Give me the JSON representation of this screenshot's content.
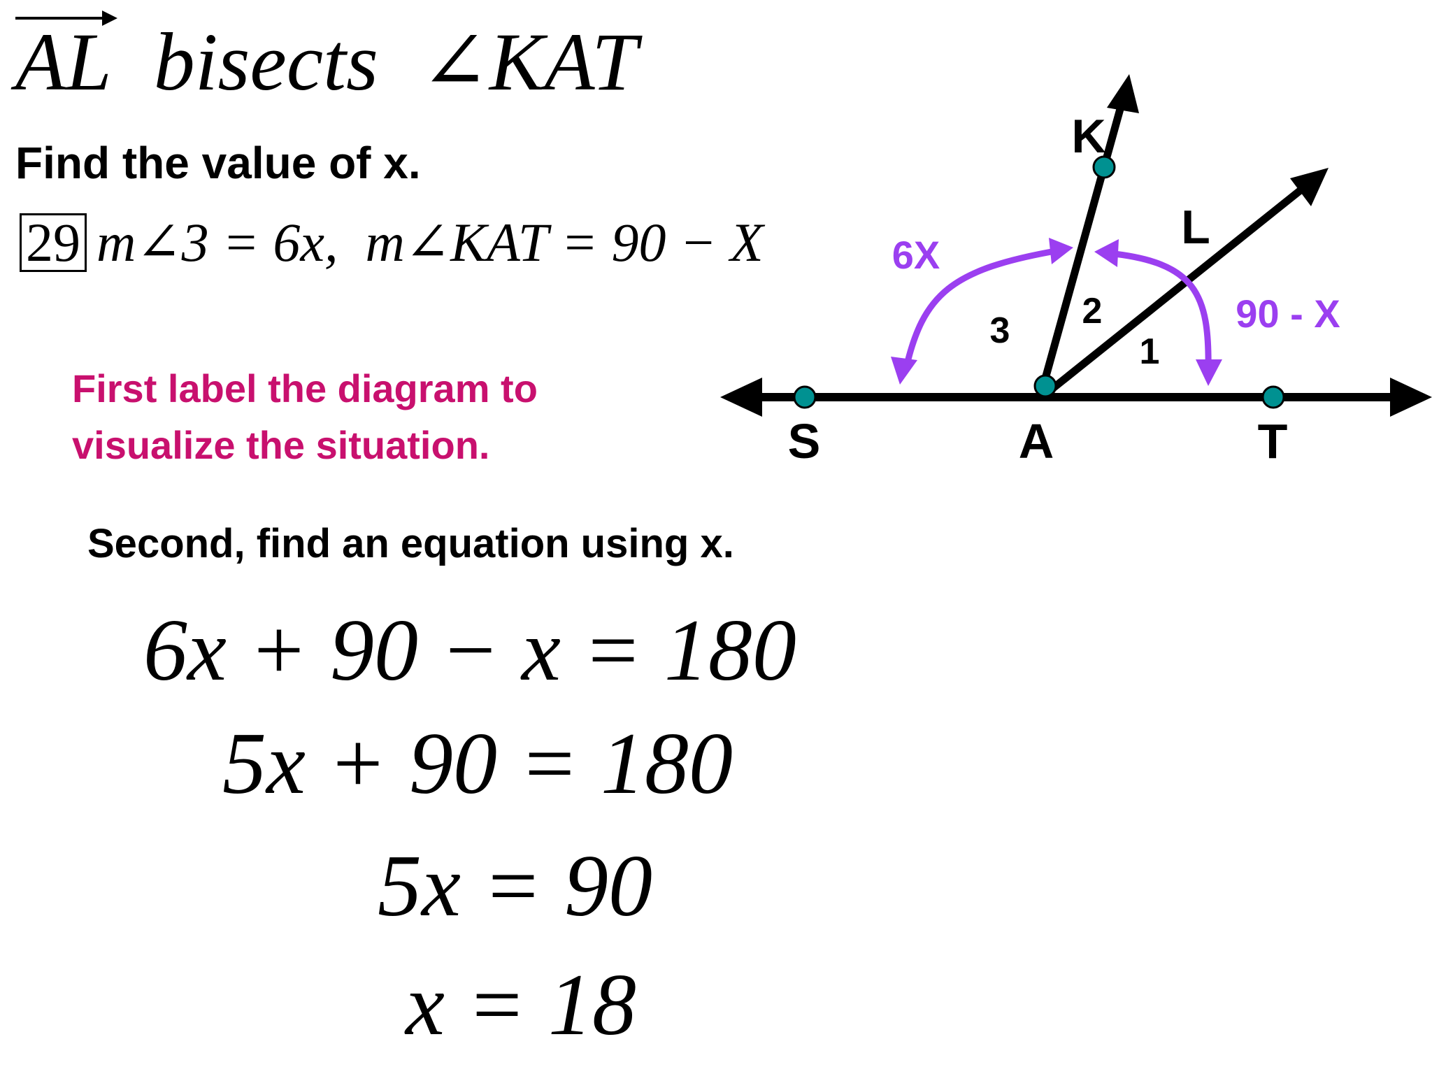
{
  "header": {
    "ray_name": "AL",
    "verb": "bisects",
    "angle": "∠KAT"
  },
  "problem": {
    "prompt": "Find the value of x.",
    "number": "29",
    "given_m3": "m∠3 = 6x,",
    "given_kat": "m∠KAT = 90 − X"
  },
  "instructions": {
    "first_line1": "First label the diagram to",
    "first_line2": "visualize the situation.",
    "second": "Second, find an equation using x."
  },
  "equations": [
    "6x + 90 − x = 180",
    "5x + 90 = 180",
    "5x = 90",
    "x = 18"
  ],
  "diagram": {
    "points": {
      "S": "S",
      "A": "A",
      "T": "T",
      "K": "K",
      "L": "L"
    },
    "angle_numbers": {
      "angle1": "1",
      "angle2": "2",
      "angle3": "3"
    },
    "angle_labels": {
      "left": "6X",
      "right": "90 - X"
    },
    "colors": {
      "purple": "#9b3ff0",
      "point_fill": "#009191",
      "line": "#000000"
    }
  }
}
